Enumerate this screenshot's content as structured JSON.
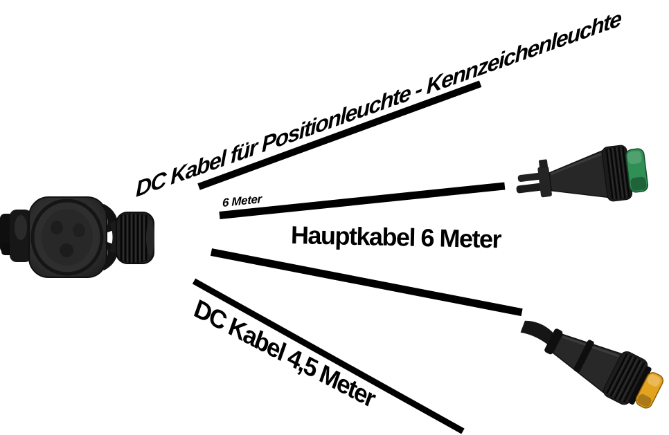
{
  "diagram": {
    "labels": {
      "top_cable": "DC Kabel für Positionleuchte - Kennzeichenleuchte",
      "six_meter": "6 Meter",
      "main_cable": "Hauptkabel 6 Meter",
      "bottom_cable": "DC Kabel 4,5 Meter"
    },
    "colors": {
      "background": "#ffffff",
      "cable": "#000000",
      "connector_body": "#282828",
      "green_cap": "#2f8f54",
      "yellow_cap": "#e2a31f"
    }
  }
}
